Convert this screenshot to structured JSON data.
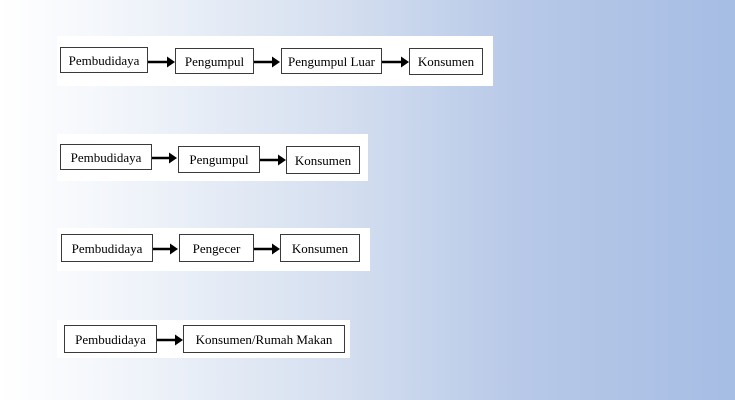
{
  "chains": [
    {
      "nodes": [
        "Pembudidaya",
        "Pengumpul",
        "Pengumpul Luar",
        "Konsumen"
      ]
    },
    {
      "nodes": [
        "Pembudidaya",
        "Pengumpul",
        "Konsumen"
      ]
    },
    {
      "nodes": [
        "Pembudidaya",
        "Pengecer",
        "Konsumen"
      ]
    },
    {
      "nodes": [
        "Pembudidaya",
        "Konsumen/Rumah Makan"
      ]
    }
  ],
  "colors": {
    "background_left": "#ffffff",
    "background_right": "#a6bde4",
    "box_border": "#3a3a3a",
    "arrow": "#000000"
  }
}
